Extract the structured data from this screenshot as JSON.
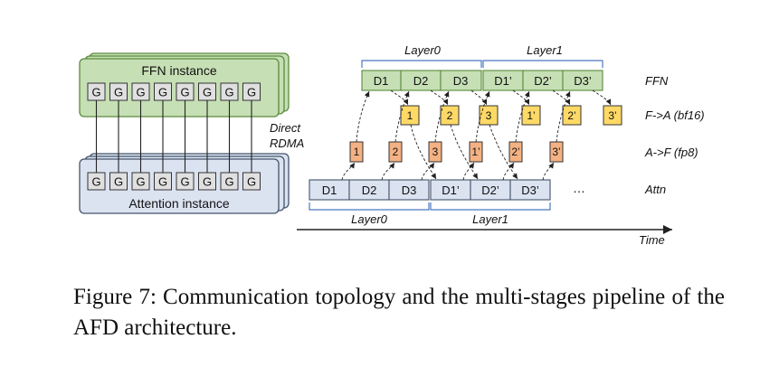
{
  "ffn_instance": {
    "label": "FFN instance",
    "gpu_label": "G",
    "gpu_count": 8
  },
  "attention_instance": {
    "label": "Attention instance",
    "gpu_label": "G",
    "gpu_count": 8
  },
  "link": {
    "label_line1": "Direct",
    "label_line2": "RDMA"
  },
  "layers": {
    "top": [
      "Layer0",
      "Layer1"
    ],
    "bottom": [
      "Layer0",
      "Layer1"
    ]
  },
  "rows": {
    "ffn": {
      "label": "FFN",
      "blocks": [
        "D1",
        "D2",
        "D3",
        "D1’",
        "D2’",
        "D3’"
      ]
    },
    "f2a": {
      "label": "F->A (bf16)",
      "blocks": [
        "1",
        "2",
        "3",
        "1’",
        "2’",
        "3’"
      ]
    },
    "a2f": {
      "label": "A->F (fp8)",
      "blocks": [
        "1",
        "2",
        "3",
        "1’",
        "2’",
        "3’"
      ]
    },
    "attn": {
      "label": "Attn",
      "blocks": [
        "D1",
        "D2",
        "D3",
        "D1’",
        "D2’",
        "D3’"
      ],
      "ellipsis": "…"
    }
  },
  "time_label": "Time",
  "caption": "Figure 7: Communication topology and the multi-stages pipeline of the AFD architecture.",
  "colors": {
    "ffn_fill": "#c6dfb5",
    "ffn_stroke": "#5a8a3c",
    "attn_fill": "#dbe3f1",
    "attn_stroke": "#44546a",
    "f2a_fill": "#ffd966",
    "a2f_fill": "#f4b183",
    "gpu_fill": "#e0e0e0",
    "brace": "#4a78c2"
  }
}
